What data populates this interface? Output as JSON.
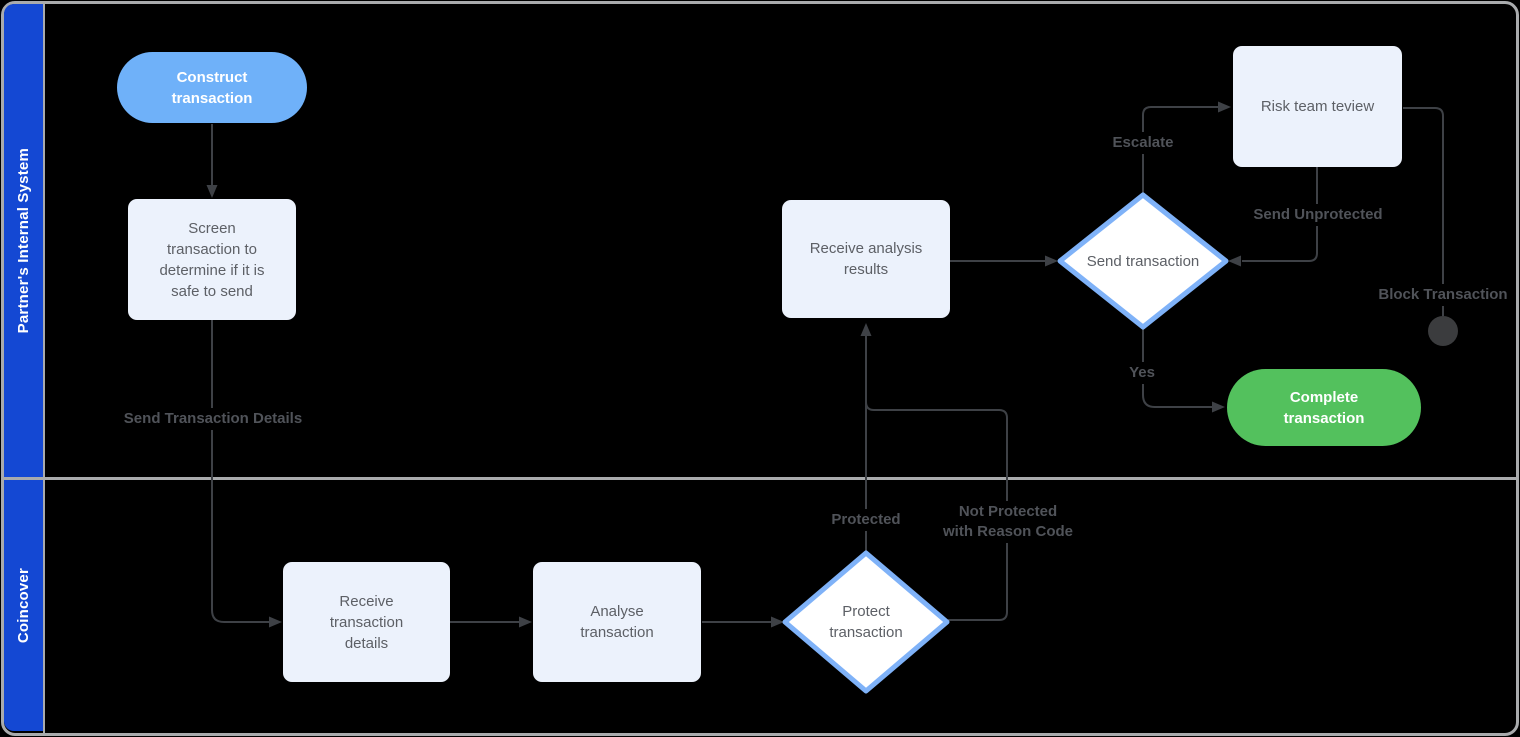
{
  "diagram": {
    "type": "swimlane-flowchart",
    "lanes": [
      {
        "label": "Partner's Internal System"
      },
      {
        "label": "Coincover"
      }
    ],
    "nodes": {
      "construct": {
        "label": "Construct transaction",
        "type": "terminator-start"
      },
      "screen": {
        "label": "Screen transaction to determine if it is safe to send",
        "type": "process"
      },
      "recv_analysis": {
        "label": "Receive analysis results",
        "type": "process"
      },
      "send_decision": {
        "label": "Send transaction",
        "type": "decision"
      },
      "risk_review": {
        "label": "Risk team teview",
        "type": "process"
      },
      "complete": {
        "label": "Complete transaction",
        "type": "terminator-end"
      },
      "block_end": {
        "label": "",
        "type": "end-circle"
      },
      "recv_details": {
        "label": "Receive transaction details",
        "type": "process"
      },
      "analyse": {
        "label": "Analyse transaction",
        "type": "process"
      },
      "protect": {
        "label": "Protect transaction",
        "type": "decision"
      }
    },
    "edge_labels": {
      "send_details": "Send Transaction Details",
      "protected": "Protected",
      "not_protected": {
        "line1": "Not Protected",
        "line2": "with Reason Code"
      },
      "escalate": "Escalate",
      "send_unprotected": "Send Unprotected",
      "block": "Block Transaction",
      "yes": "Yes"
    }
  },
  "colors": {
    "background": "#000000",
    "lane-header": "#1448d3",
    "lane-border": "#a9abad",
    "node-fill": "#ecf2fc",
    "node-text": "#5d6066",
    "terminator-blue": "#6fb1f9",
    "terminator-green": "#53c15d",
    "diamond-stroke": "#7fb2f8",
    "diamond-fill": "#ffffff",
    "line": "#3e4146",
    "edge-label": "#505359",
    "end-node": "#3b3c3e"
  }
}
